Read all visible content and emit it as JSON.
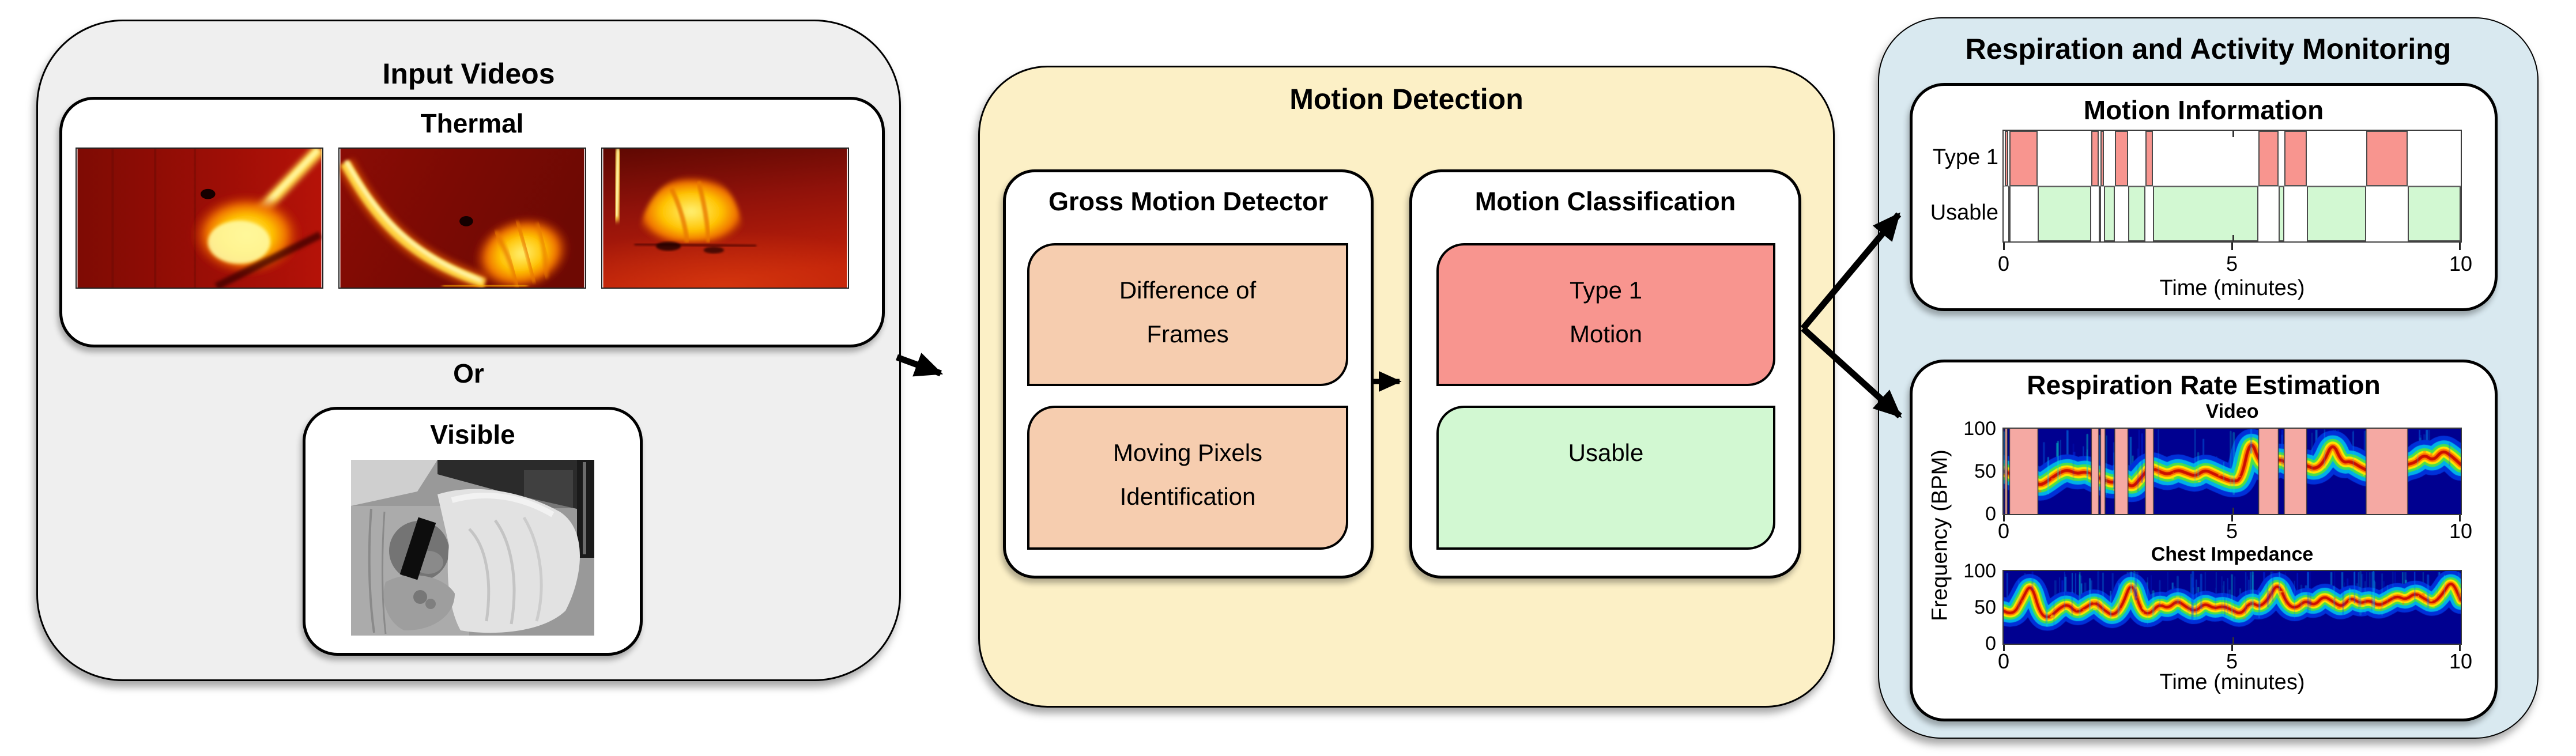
{
  "colors": {
    "panel_gray": "#efefef",
    "panel_yellow": "#fcf0c6",
    "panel_blue": "#d9e9f0",
    "peach": "#f6cdaf",
    "salmon": "#f8958f",
    "mint": "#d2f8d2",
    "mask_pink": "#f5a9a3",
    "spectrogram_bg": "#000090",
    "border": "#000000"
  },
  "input_videos": {
    "title": "Input Videos",
    "thermal_label": "Thermal",
    "or_label": "Or",
    "visible_label": "Visible"
  },
  "motion_detection": {
    "title": "Motion Detection",
    "gross": {
      "title": "Gross Motion Detector",
      "items": [
        {
          "label": "Difference of\nFrames"
        },
        {
          "label": "Moving Pixels\nIdentification"
        }
      ]
    },
    "classification": {
      "title": "Motion Classification",
      "items": [
        {
          "label": "Type 1\nMotion"
        },
        {
          "label": "Usable"
        }
      ]
    }
  },
  "monitoring": {
    "title": "Respiration and Activity Monitoring",
    "motion_info": {
      "title": "Motion Information",
      "row_labels": [
        "Type 1",
        "Usable"
      ],
      "xticks": [
        "0",
        "5",
        "10"
      ],
      "xlabel": "Time (minutes)"
    },
    "respiration": {
      "title": "Respiration Rate Estimation",
      "video_title": "Video",
      "chest_title": "Chest Impedance",
      "ylabel": "Frequency (BPM)",
      "yticks": [
        "100",
        "50",
        "0"
      ],
      "xticks": [
        "0",
        "5",
        "10"
      ],
      "xlabel": "Time (minutes)"
    }
  },
  "chart_data": [
    {
      "id": "motion-information",
      "type": "timeline",
      "title": "Motion Information",
      "xlim": [
        0,
        10
      ],
      "xticks": [
        0,
        5,
        10
      ],
      "xlabel": "Time (minutes)",
      "rows": [
        {
          "label": "Type 1",
          "color": "#f8958f",
          "segments": [
            [
              0.03,
              0.1
            ],
            [
              0.13,
              0.75
            ],
            [
              1.92,
              2.08
            ],
            [
              2.12,
              2.2
            ],
            [
              2.43,
              2.72
            ],
            [
              3.1,
              3.26
            ],
            [
              5.58,
              6.01
            ],
            [
              6.14,
              6.63
            ],
            [
              7.93,
              8.84
            ]
          ]
        },
        {
          "label": "Usable",
          "color": "#d2f8d2",
          "segments": [
            [
              0.1,
              0.13
            ],
            [
              0.75,
              1.92
            ],
            [
              2.08,
              2.12
            ],
            [
              2.2,
              2.43
            ],
            [
              2.72,
              3.1
            ],
            [
              3.26,
              5.58
            ],
            [
              6.01,
              6.14
            ],
            [
              6.63,
              7.93
            ],
            [
              8.84,
              10.0
            ]
          ]
        }
      ]
    },
    {
      "id": "video-spectrogram",
      "type": "heatmap",
      "title": "Video",
      "ylabel": "Frequency (BPM)",
      "ylim": [
        0,
        100
      ],
      "yticks": [
        0,
        50,
        100
      ],
      "xlim": [
        0,
        10
      ],
      "xticks": [
        0,
        5,
        10
      ],
      "ridge_t_step": 0.2,
      "ridge_bpm": [
        50,
        46,
        44,
        40,
        33,
        40,
        48,
        52,
        47,
        50,
        44,
        40,
        36,
        42,
        30,
        42,
        55,
        50,
        46,
        52,
        48,
        44,
        52,
        47,
        42,
        38,
        40,
        90,
        60,
        55,
        65,
        60,
        55,
        58,
        52,
        60,
        85,
        60,
        62,
        55,
        50,
        55,
        58,
        52,
        58,
        60,
        70,
        62,
        75,
        68,
        58
      ],
      "mask_segments": [
        [
          0.03,
          0.08
        ],
        [
          0.13,
          0.75
        ],
        [
          1.92,
          2.08
        ],
        [
          2.12,
          2.22
        ],
        [
          2.43,
          2.72
        ],
        [
          3.1,
          3.28
        ],
        [
          5.58,
          6.01
        ],
        [
          6.14,
          6.63
        ],
        [
          7.93,
          8.84
        ]
      ],
      "mask_color": "#f5a9a3",
      "background": "#000090"
    },
    {
      "id": "chest-spectrogram",
      "type": "heatmap",
      "title": "Chest Impedance",
      "ylabel": "Frequency (BPM)",
      "ylim": [
        0,
        100
      ],
      "yticks": [
        0,
        50,
        100
      ],
      "xlim": [
        0,
        10
      ],
      "xticks": [
        0,
        5,
        10
      ],
      "xlabel": "Time (minutes)",
      "ridge_t_step": 0.2,
      "ridge_bpm": [
        45,
        38,
        60,
        85,
        40,
        35,
        48,
        55,
        42,
        50,
        58,
        46,
        38,
        52,
        88,
        45,
        40,
        55,
        48,
        60,
        50,
        44,
        56,
        48,
        52,
        46,
        40,
        58,
        50,
        62,
        85,
        54,
        48,
        60,
        52,
        66,
        58,
        50,
        64,
        55,
        60,
        52,
        58,
        66,
        60,
        70,
        62,
        55,
        68,
        88,
        60
      ],
      "mask_segments": [],
      "mask_color": "#f5a9a3",
      "background": "#000090"
    }
  ]
}
